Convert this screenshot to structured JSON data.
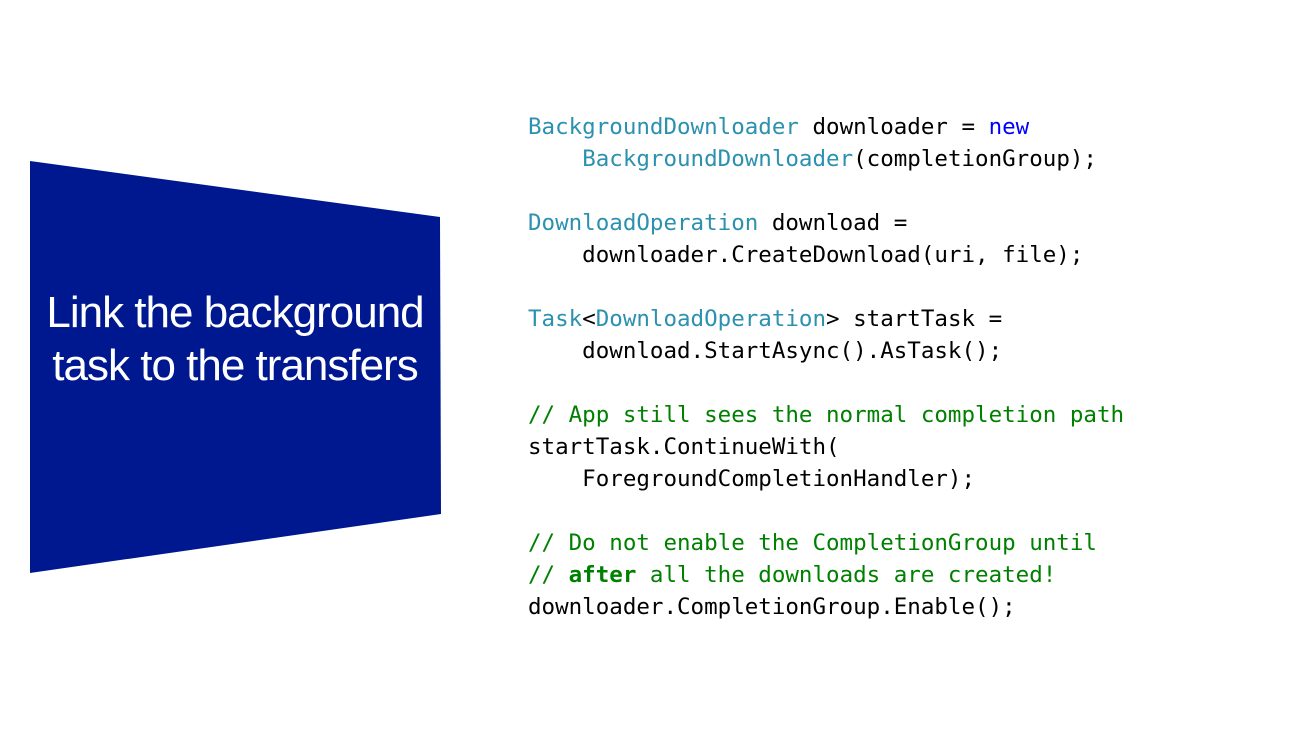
{
  "slide": {
    "title": "Link the background task to the transfers",
    "panel_color": "#00188f"
  },
  "code": {
    "lines": [
      [
        {
          "t": "BackgroundDownloader",
          "c": "type"
        },
        {
          "t": " downloader = ",
          "c": ""
        },
        {
          "t": "new",
          "c": "kw"
        }
      ],
      [
        {
          "t": "    ",
          "c": ""
        },
        {
          "t": "BackgroundDownloader",
          "c": "type"
        },
        {
          "t": "(completionGroup);",
          "c": ""
        }
      ],
      [],
      [
        {
          "t": "DownloadOperation",
          "c": "type"
        },
        {
          "t": " download =",
          "c": ""
        }
      ],
      [
        {
          "t": "    downloader.CreateDownload(uri, file);",
          "c": ""
        }
      ],
      [],
      [
        {
          "t": "Task",
          "c": "type"
        },
        {
          "t": "<",
          "c": ""
        },
        {
          "t": "DownloadOperation",
          "c": "type"
        },
        {
          "t": "> startTask =",
          "c": ""
        }
      ],
      [
        {
          "t": "    download.StartAsync().AsTask();",
          "c": ""
        }
      ],
      [],
      [
        {
          "t": "// App still sees the normal completion path",
          "c": "cm"
        }
      ],
      [
        {
          "t": "startTask.ContinueWith(",
          "c": ""
        }
      ],
      [
        {
          "t": "    ForegroundCompletionHandler);",
          "c": ""
        }
      ],
      [],
      [
        {
          "t": "// Do not enable the CompletionGroup until",
          "c": "cm"
        }
      ],
      [
        {
          "t": "// ",
          "c": "cm"
        },
        {
          "t": "after",
          "c": "cm-strong"
        },
        {
          "t": " all the downloads are created!",
          "c": "cm"
        }
      ],
      [
        {
          "t": "downloader.CompletionGroup.Enable();",
          "c": ""
        }
      ]
    ]
  }
}
